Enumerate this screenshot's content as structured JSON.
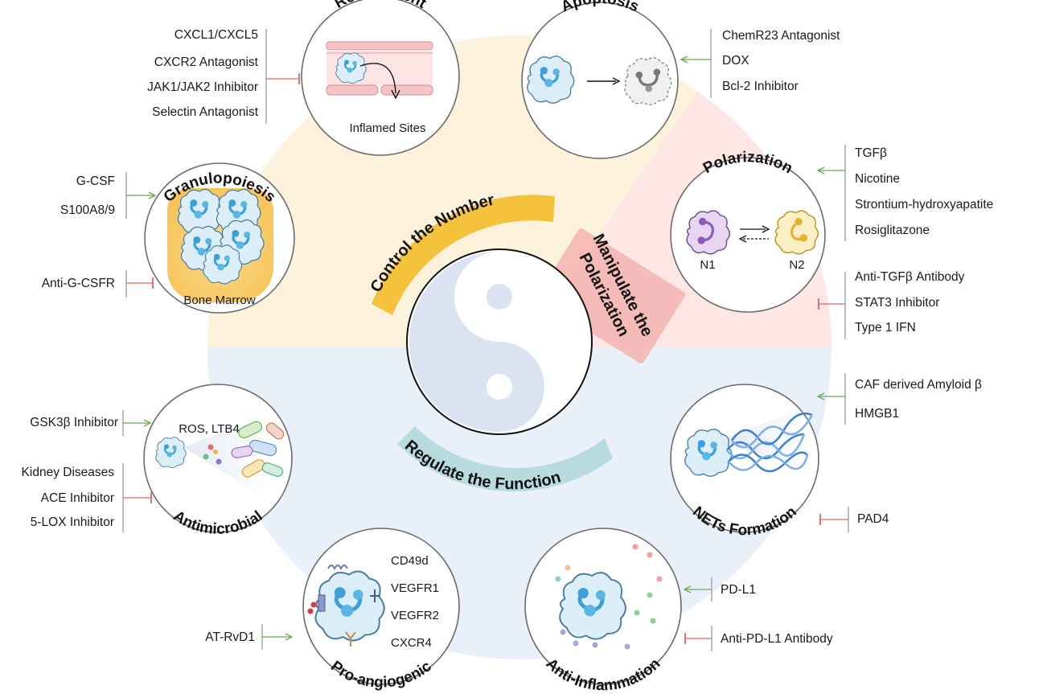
{
  "center": {
    "icon": "yin-yang-icon"
  },
  "bands": {
    "number": "Control the Number",
    "polarization_line1": "Manipulate the",
    "polarization_line2": "Polarization",
    "function": "Regulate the Function"
  },
  "colors": {
    "number": "#fdf0d2",
    "polarization": "#fde0de",
    "function": "#e8eef9",
    "activate_arrow": "#6aa84f",
    "inhibit_bar": "#e06666"
  },
  "circles": {
    "recruitment": {
      "title": "Recruitment",
      "caption": "Inflamed Sites"
    },
    "apoptosis": {
      "title": "Apoptosis"
    },
    "granulopoiesis": {
      "title": "Granulopoiesis",
      "caption": "Bone Marrow"
    },
    "polarization": {
      "title": "Polarization",
      "n1": "N1",
      "n2": "N2"
    },
    "antimicrobial": {
      "title": "Antimicrobial",
      "caption": "ROS, LTB4"
    },
    "nets": {
      "title": "NETs Formation"
    },
    "proangiogenic": {
      "title": "Pro-angiogenic",
      "markers": [
        "CD49d",
        "VEGFR1",
        "VEGFR2",
        "CXCR4"
      ]
    },
    "antiinflammation": {
      "title": "Anti-Inflammation"
    }
  },
  "labels": {
    "recruitment_inhibit": [
      "CXCL1/CXCL5",
      "CXCR2 Antagonist",
      "JAK1/JAK2 Inhibitor",
      "Selectin Antagonist"
    ],
    "apoptosis_activate": [
      "ChemR23 Antagonist",
      "DOX",
      "Bcl-2 Inhibitor"
    ],
    "granulopoiesis_activate": [
      "G-CSF",
      "S100A8/9"
    ],
    "granulopoiesis_inhibit": [
      "Anti-G-CSFR"
    ],
    "polarization_activate": [
      "TGFβ",
      "Nicotine",
      "Strontium-hydroxyapatite",
      "Rosiglitazone"
    ],
    "polarization_inhibit": [
      "Anti-TGFβ Antibody",
      "STAT3 Inhibitor",
      "Type 1 IFN"
    ],
    "antimicrobial_activate": [
      "GSK3β Inhibitor"
    ],
    "antimicrobial_inhibit": [
      "Kidney Diseases",
      "ACE Inhibitor",
      "5-LOX Inhibitor"
    ],
    "nets_activate": [
      "CAF derived Amyloid β",
      "HMGB1"
    ],
    "nets_inhibit": [
      "PAD4"
    ],
    "proangiogenic_activate": [
      "AT-RvD1"
    ],
    "antiinflammation_activate": [
      "PD-L1"
    ],
    "antiinflammation_inhibit": [
      "Anti-PD-L1 Antibody"
    ]
  }
}
